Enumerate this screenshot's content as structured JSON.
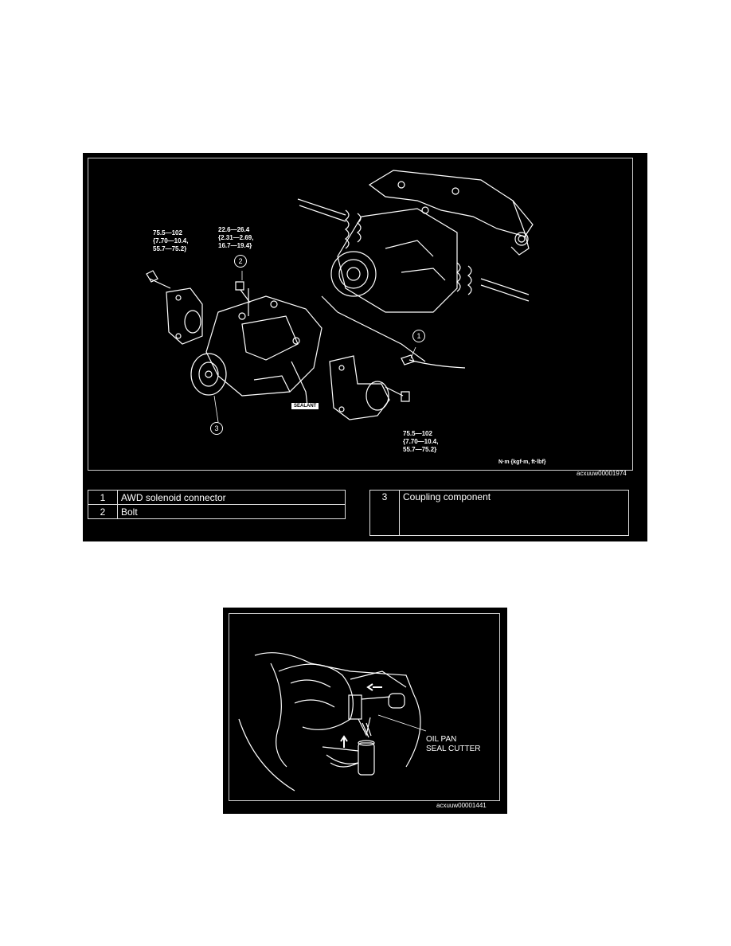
{
  "figure1": {
    "torque_left_top": [
      "75.5—102",
      "{7.70—10.4,",
      "55.7—75.2}"
    ],
    "torque_bolt": [
      "22.6—26.4",
      "{2.31—2.69,",
      "16.7—19.4}"
    ],
    "torque_bottom": [
      "75.5—102",
      "{7.70—10.4,",
      "55.7—75.2}"
    ],
    "callouts": [
      "1",
      "2",
      "3"
    ],
    "sealant_label": "SEALANT",
    "units": "N·m {kgf·m, ft·lbf}",
    "code": "acxuuw00001974",
    "legend_left": [
      {
        "num": "1",
        "label": "AWD solenoid connector"
      },
      {
        "num": "2",
        "label": "Bolt"
      }
    ],
    "legend_right": [
      {
        "num": "3",
        "label": "Coupling component"
      }
    ]
  },
  "figure2": {
    "label_line1": "OIL PAN",
    "label_line2": "SEAL CUTTER",
    "code": "acxuuw00001441"
  }
}
